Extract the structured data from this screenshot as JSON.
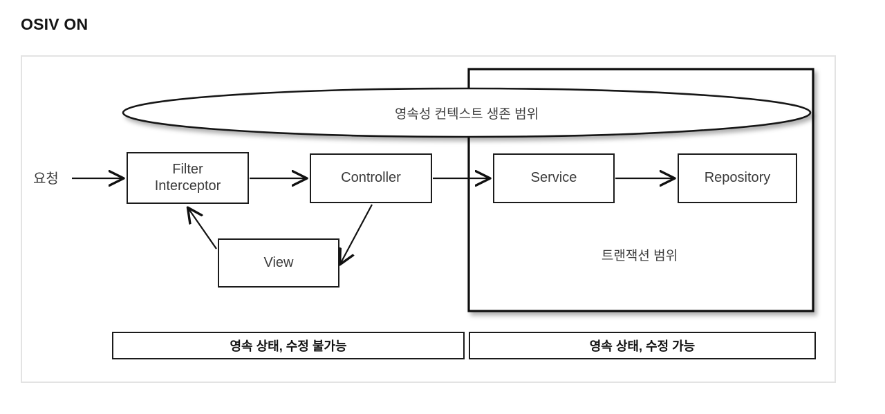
{
  "page": {
    "title": "OSIV ON"
  },
  "diagram": {
    "type": "flow-architecture",
    "request_label": "요청",
    "persistence_scope_label": "영속성 컨텍스트 생존 범위",
    "transaction_scope_label": "트랜잭션 범위",
    "nodes": [
      {
        "id": "filter",
        "label": "Filter\nInterceptor"
      },
      {
        "id": "controller",
        "label": "Controller"
      },
      {
        "id": "service",
        "label": "Service"
      },
      {
        "id": "repository",
        "label": "Repository"
      },
      {
        "id": "view",
        "label": "View"
      }
    ],
    "status_bars": [
      {
        "id": "left",
        "label": "영속 상태, 수정 불가능"
      },
      {
        "id": "right",
        "label": "영속 상태, 수정 가능"
      }
    ],
    "colors": {
      "frame_border": "#e3e3e3",
      "node_border": "#1b1b1b",
      "scope_border": "#111111",
      "text": "#3a3a3a",
      "title": "#141414",
      "background": "#ffffff"
    }
  }
}
